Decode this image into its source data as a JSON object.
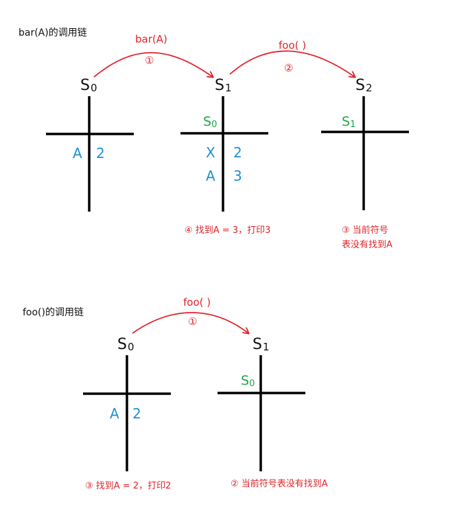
{
  "diagrams": [
    {
      "title": "bar(A)的调用链",
      "calls": [
        {
          "label": "bar(A)",
          "step": "①"
        },
        {
          "label": "foo( )",
          "step": "②"
        }
      ],
      "scopes": [
        {
          "name": "S",
          "sub": "0",
          "parent": null,
          "parent_sub": null,
          "entries": [
            {
              "key": "A",
              "value": "2"
            }
          ]
        },
        {
          "name": "S",
          "sub": "1",
          "parent": "S",
          "parent_sub": "0",
          "entries": [
            {
              "key": "X",
              "value": "2"
            },
            {
              "key": "A",
              "value": "3"
            }
          ]
        },
        {
          "name": "S",
          "sub": "2",
          "parent": "S",
          "parent_sub": "1",
          "entries": []
        }
      ],
      "notes": [
        {
          "text": "④ 找到A = 3，打印3"
        },
        {
          "text": "③ 当前符号\n表没有找到A"
        }
      ]
    },
    {
      "title": "foo()的调用链",
      "calls": [
        {
          "label": "foo( )",
          "step": "①"
        }
      ],
      "scopes": [
        {
          "name": "S",
          "sub": "0",
          "parent": null,
          "parent_sub": null,
          "entries": [
            {
              "key": "A",
              "value": "2"
            }
          ]
        },
        {
          "name": "S",
          "sub": "1",
          "parent": "S",
          "parent_sub": "0",
          "entries": []
        }
      ],
      "notes": [
        {
          "text": "③ 找到A = 2，打印2"
        },
        {
          "text": "② 当前符号表没有找到A"
        }
      ]
    }
  ],
  "colors": {
    "arrow": "#e0242a",
    "lines": "#000000",
    "entry": "#1e8fd5",
    "parent": "#1fa64a"
  }
}
